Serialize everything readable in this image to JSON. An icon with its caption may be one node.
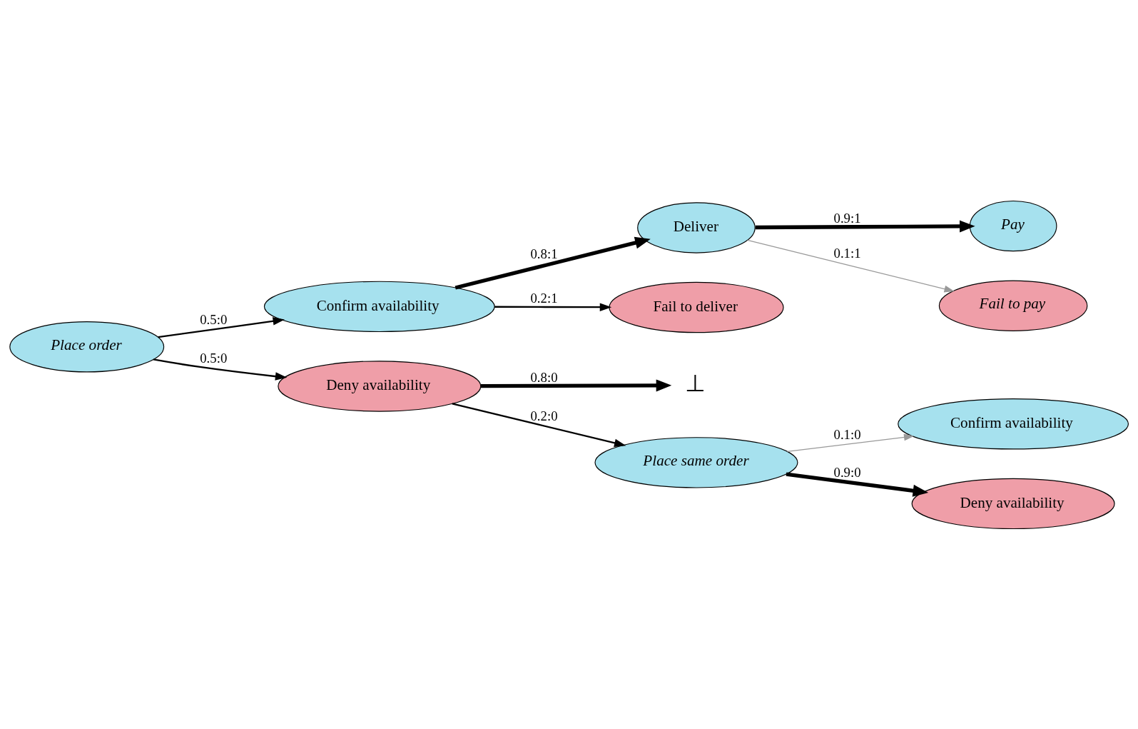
{
  "diagram": {
    "nodes": [
      {
        "text": [
          "Place order"
        ]
      },
      {
        "text": [
          "Confirm availability"
        ]
      },
      {
        "text": [
          "Deny availability"
        ]
      },
      {
        "text": [
          "Deliver"
        ]
      },
      {
        "text": [
          "Fail to deliver"
        ]
      },
      {
        "text": [
          "⊥"
        ]
      },
      {
        "text": [
          "Place same order"
        ]
      },
      {
        "text": [
          "Pay"
        ]
      },
      {
        "text": [
          "Fail to pay"
        ]
      },
      {
        "text": [
          "Confirm availability"
        ]
      },
      {
        "text": [
          "Deny availability"
        ]
      }
    ],
    "edges": [
      {
        "from": 0,
        "to": 1,
        "arrow": "to",
        "label": "0.5:0"
      },
      {
        "from": 0,
        "to": 2,
        "arrow": "to",
        "label": "0.5:0"
      },
      {
        "from": 1,
        "to": 3,
        "arrow": "to",
        "label": "0.8:1",
        "style": "thick"
      },
      {
        "from": 1,
        "to": 4,
        "arrow": "to",
        "label": "0.2:1"
      },
      {
        "from": 2,
        "to": 5,
        "arrow": "to",
        "label": "0.8:0",
        "style": "thick"
      },
      {
        "from": 2,
        "to": 6,
        "arrow": "to",
        "label": "0.2:0"
      },
      {
        "from": 3,
        "to": 7,
        "arrow": "to",
        "label": "0.9:1",
        "style": "thick"
      },
      {
        "from": 3,
        "to": 8,
        "arrow": "to",
        "label": "0.1:1",
        "color": "#999999"
      },
      {
        "from": 6,
        "to": 9,
        "arrow": "to",
        "label": "0.1:0",
        "color": "#999999"
      },
      {
        "from": 6,
        "to": 10,
        "arrow": "to",
        "label": "0.9:0",
        "style": "thick"
      }
    ]
  }
}
